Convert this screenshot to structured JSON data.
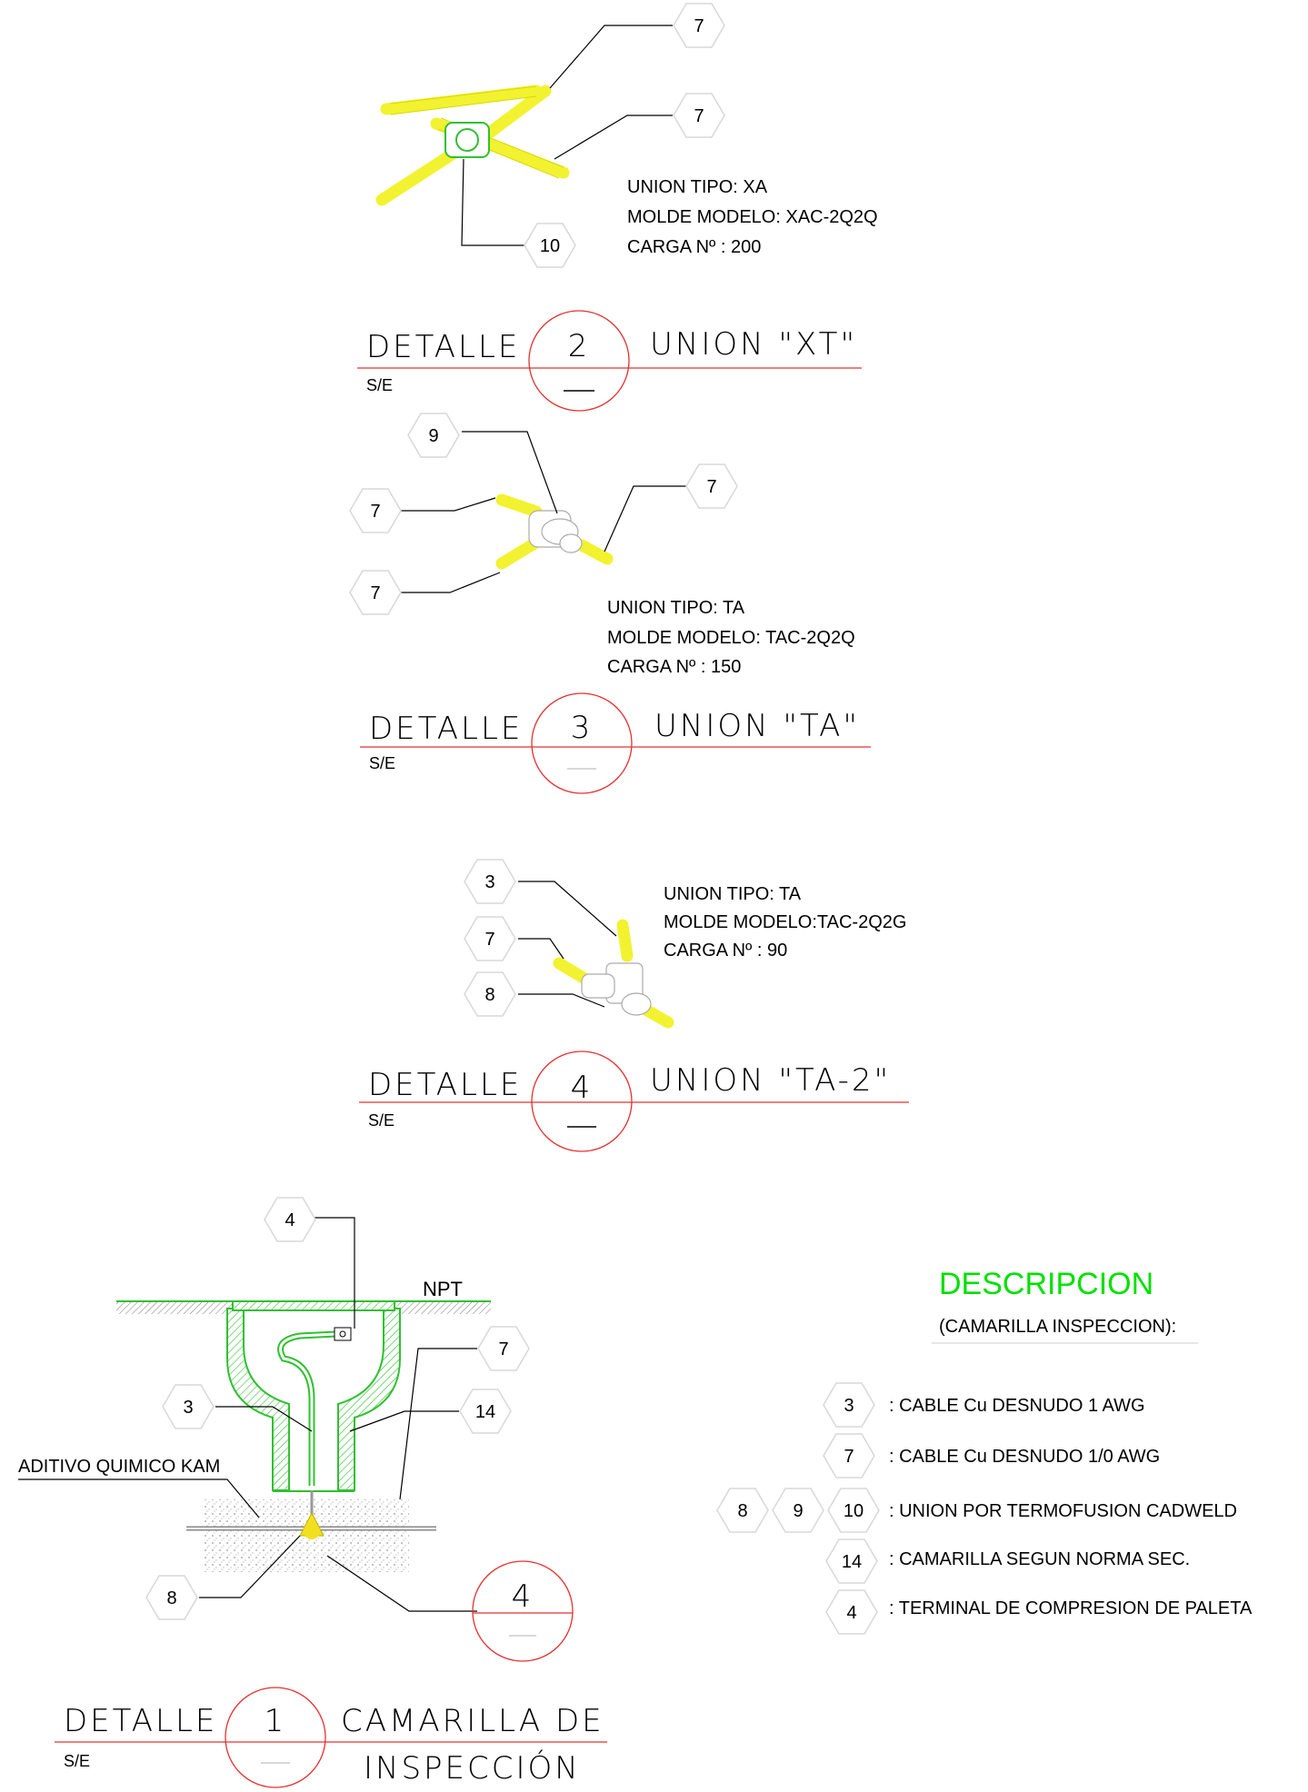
{
  "detail2": {
    "tags": [
      "7",
      "7",
      "10"
    ],
    "spec": [
      "UNION TIPO: XA",
      "MOLDE MODELO: XAC-2Q2Q",
      "CARGA Nº : 200"
    ],
    "title_left": "DETALLE",
    "number": "2",
    "title_right": "UNION  \"XT\"",
    "scale": "S/E"
  },
  "detail3": {
    "tags": [
      "9",
      "7",
      "7",
      "7"
    ],
    "spec": [
      "UNION TIPO: TA",
      "MOLDE MODELO: TAC-2Q2Q",
      "CARGA Nº : 150"
    ],
    "title_left": "DETALLE",
    "number": "3",
    "title_right": "UNION  \"TA\"",
    "scale": "S/E"
  },
  "detail4": {
    "tags": [
      "3",
      "7",
      "8"
    ],
    "spec": [
      "UNION TIPO: TA",
      "MOLDE MODELO:TAC-2Q2G",
      "CARGA Nº : 90"
    ],
    "title_left": "DETALLE",
    "number": "4",
    "title_right": "UNION  \"TA-2\"",
    "scale": "S/E"
  },
  "detail1": {
    "tags": [
      "4",
      "3",
      "14",
      "7",
      "8"
    ],
    "npt": "NPT",
    "additive": "ADITIVO QUIMICO KAM",
    "ref_number": "4",
    "title_left": "DETALLE",
    "number": "1",
    "title_right_1": "CAMARILLA  DE",
    "title_right_2": "INSPECCIÓN",
    "scale": "S/E"
  },
  "description": {
    "title": "DESCRIPCION",
    "subtitle": "(CAMARILLA INSPECCION):",
    "items": [
      {
        "tags": [
          "3"
        ],
        "text": ": CABLE Cu DESNUDO 1   AWG"
      },
      {
        "tags": [
          "7"
        ],
        "text": ": CABLE Cu DESNUDO 1/0 AWG"
      },
      {
        "tags": [
          "8",
          "9",
          "10"
        ],
        "text": ": UNION POR TERMOFUSION CADWELD"
      },
      {
        "tags": [
          "14"
        ],
        "text": ": CAMARILLA SEGUN NORMA SEC."
      },
      {
        "tags": [
          "4"
        ],
        "text": ": TERMINAL DE COMPRESION DE PALETA"
      }
    ]
  },
  "colors": {
    "title_underline": "#e53030",
    "cable": "#f2f230",
    "chamber": "#30c030",
    "description_title": "#00e000"
  }
}
